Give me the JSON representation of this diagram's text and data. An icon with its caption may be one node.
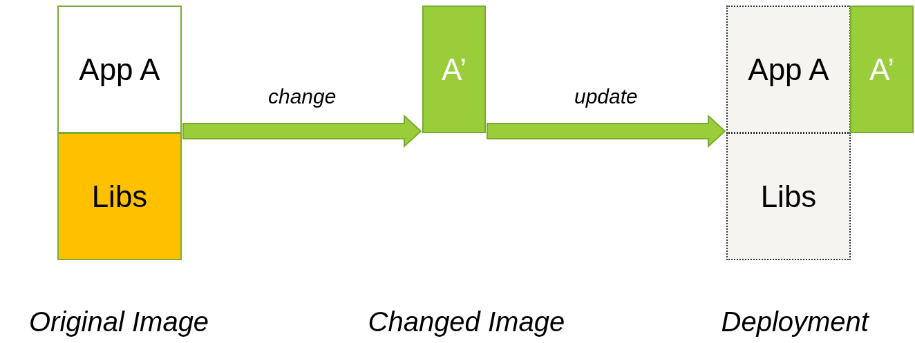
{
  "diagram": {
    "nodes": [
      {
        "text": [
          "App A"
        ]
      },
      {
        "text": [
          "Libs"
        ]
      },
      {
        "text": [
          "A’"
        ]
      },
      {
        "text": [
          "App A"
        ]
      },
      {
        "text": [
          "Libs"
        ]
      },
      {
        "text": [
          "A’"
        ]
      }
    ],
    "edges": [
      {
        "from": 0,
        "to": 2,
        "arrow": "to",
        "label": "change"
      },
      {
        "from": 2,
        "to": 3,
        "arrow": "to",
        "label": "update"
      }
    ],
    "labels": [
      "Original Image",
      "Changed Image",
      "Deployment"
    ]
  }
}
